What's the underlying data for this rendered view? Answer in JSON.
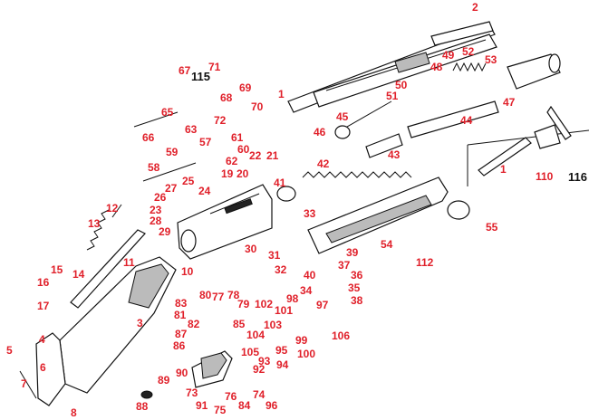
{
  "parts": [
    "1",
    "2",
    "3",
    "5",
    "4",
    "6",
    "7",
    "8",
    "10",
    "11",
    "12",
    "13",
    "14",
    "15",
    "16",
    "17",
    "19",
    "20",
    "21",
    "22",
    "23",
    "24",
    "25",
    "26",
    "27",
    "28",
    "29",
    "30",
    "31",
    "32",
    "33",
    "34",
    "35",
    "36",
    "37",
    "38",
    "39",
    "40",
    "41",
    "42",
    "43",
    "44",
    "45",
    "46",
    "47",
    "48",
    "49",
    "50",
    "51",
    "52",
    "53",
    "54",
    "55",
    "57",
    "58",
    "59",
    "60",
    "61",
    "62",
    "63",
    "65",
    "66",
    "67",
    "68",
    "69",
    "70",
    "71",
    "72",
    "73",
    "74",
    "75",
    "76",
    "77",
    "78",
    "79",
    "80",
    "81",
    "82",
    "83",
    "84",
    "85",
    "86",
    "87",
    "88",
    "89",
    "90",
    "91",
    "92",
    "93",
    "94",
    "95",
    "96",
    "97",
    "98",
    "99",
    "100",
    "101",
    "102",
    "103",
    "104",
    "105",
    "106",
    "110",
    "112",
    "115",
    "116"
  ],
  "inset_labels": [
    "1",
    "110",
    "116"
  ]
}
